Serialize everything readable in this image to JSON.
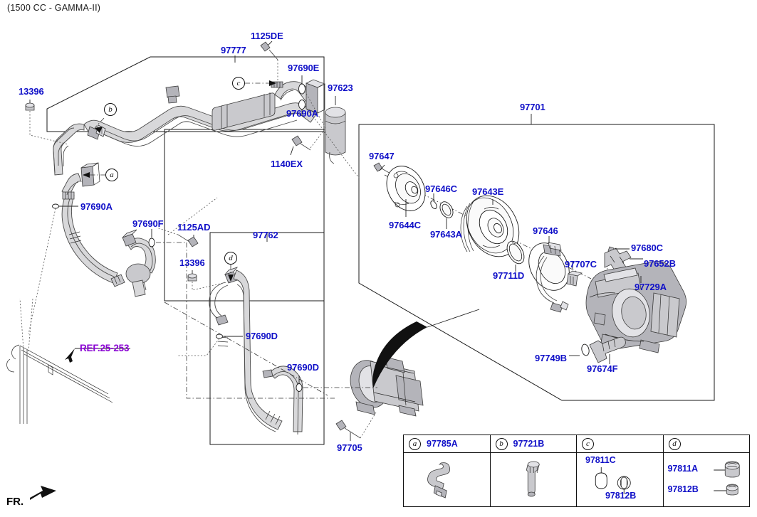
{
  "header": {
    "title": "(1500 CC - GAMMA-II)"
  },
  "orientation": {
    "label": "FR.",
    "icon": "front-direction-arrow"
  },
  "reference": {
    "label": "REF.25-253"
  },
  "colors": {
    "part_number": "#1010c8",
    "reference": "#8a00d4",
    "outline": "#1a1a1a",
    "metal_fill": "#c9c9cd"
  },
  "callouts": [
    {
      "id": "a",
      "part": "97785A"
    },
    {
      "id": "b",
      "part": "97721B"
    },
    {
      "id": "c",
      "part": "97811C"
    },
    {
      "id": "d",
      "part": "97811A"
    }
  ],
  "labels": {
    "suction_discharge_assy": "97777",
    "bolt_1125de": "1125DE",
    "oring_97690e": "97690E",
    "oring_97690a_top": "97690A",
    "accumulator_97623": "97623",
    "bolt_1140ex": "1140EX",
    "nut_13396_top": "13396",
    "oring_97690a_left": "97690A",
    "oring_97690f": "97690F",
    "bolt_1125ad": "1125AD",
    "nut_13396_mid": "13396",
    "discharge_hose_97762": "97762",
    "oring_97690d_upper": "97690D",
    "oring_97690d_lower": "97690D",
    "bolt_97705": "97705",
    "compressor_assy_97701": "97701",
    "bolt_97647": "97647",
    "coil_plate_97644c": "97644C",
    "snapring_97646c": "97646C",
    "oring_97643a": "97643A",
    "pulley_97643e": "97643E",
    "snapring_97711d": "97711D",
    "field_coil_97646": "97646",
    "nut_97707c": "97707C",
    "bolt_97680c": "97680C",
    "bracket_97652b": "97652B",
    "compressor_97729a": "97729A",
    "oring_97749b": "97749B",
    "valve_97674f": "97674F"
  },
  "legend": {
    "columns": [
      {
        "id": "a",
        "part": "97785A",
        "items": []
      },
      {
        "id": "b",
        "part": "97721B",
        "items": []
      },
      {
        "id": "c",
        "part": "",
        "items": [
          {
            "part": "97811C",
            "position": "upper-left"
          },
          {
            "part": "97812B",
            "position": "lower-right"
          }
        ]
      },
      {
        "id": "d",
        "part": "",
        "items": [
          {
            "part": "97811A",
            "position": "upper"
          },
          {
            "part": "97812B",
            "position": "lower"
          }
        ]
      }
    ]
  }
}
